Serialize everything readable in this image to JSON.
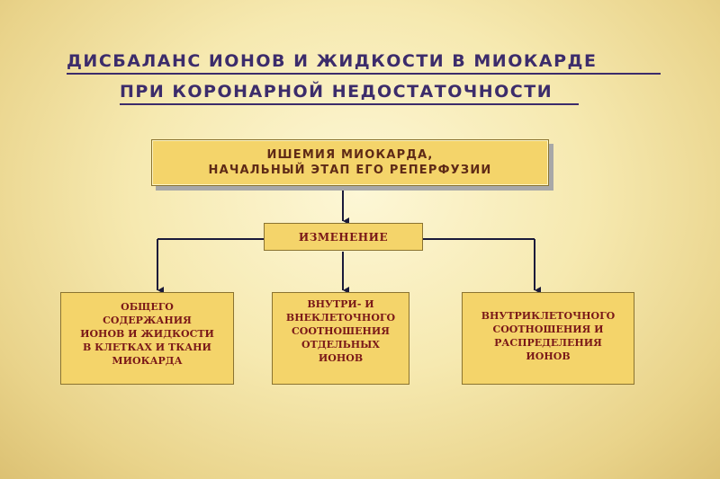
{
  "title": {
    "line1": "ДИСБАЛАНС  ИОНОВ  И  ЖИДКОСТИ  В   МИОКАРДЕ",
    "line2": "ПРИ  КОРОНАРНОЙ   НЕДОСТАТОЧНОСТИ"
  },
  "top_box": {
    "line1": "ИШЕМИЯ  МИОКАРДА,",
    "line2": "НАЧАЛЬНЫЙ  ЭТАП  ЕГО  РЕПЕРФУЗИИ"
  },
  "change_box": {
    "label": "ИЗМЕНЕНИЕ"
  },
  "sub_boxes": [
    {
      "lines": [
        "ОБЩЕГО",
        "СОДЕРЖАНИЯ",
        "ИОНОВ И ЖИДКОСТИ",
        "В  КЛЕТКАХ  И ТКАНИ",
        "МИОКАРДА"
      ]
    },
    {
      "lines": [
        "ВНУТРИ-  И",
        "ВНЕКЛЕТОЧНОГО",
        "СООТНОШЕНИЯ",
        "ОТДЕЛЬНЫХ",
        "ИОНОВ"
      ]
    },
    {
      "lines": [
        "ВНУТРИКЛЕТОЧНОГО",
        "СООТНОШЕНИЯ  И",
        "РАСПРЕДЕЛЕНИЯ",
        "ИОНОВ"
      ]
    }
  ],
  "colors": {
    "title": "#3c2c6b",
    "box_fill": "#f4d46a",
    "box_text": "#7a1818",
    "connector": "#1a1a3a"
  }
}
